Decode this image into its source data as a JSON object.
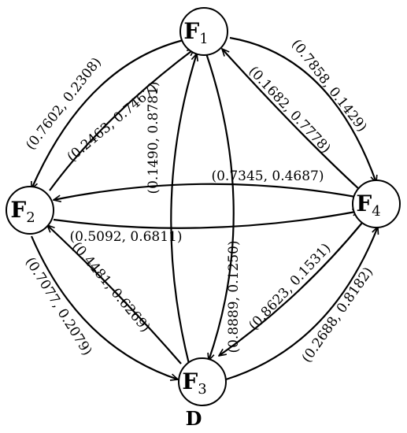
{
  "caption": "D",
  "nodes": [
    {
      "id": "F1",
      "letter": "F",
      "sub": "1"
    },
    {
      "id": "F2",
      "letter": "F",
      "sub": "2"
    },
    {
      "id": "F3",
      "letter": "F",
      "sub": "3"
    },
    {
      "id": "F4",
      "letter": "F",
      "sub": "4"
    }
  ],
  "edges": [
    {
      "from": "F1",
      "to": "F2",
      "label": "(0.7602, 0.2308)"
    },
    {
      "from": "F2",
      "to": "F1",
      "label": "(0.2463, 0.7467)"
    },
    {
      "from": "F1",
      "to": "F4",
      "label": "(0.7858, 0.1429)"
    },
    {
      "from": "F4",
      "to": "F1",
      "label": "(0.1682, 0.7778)"
    },
    {
      "from": "F4",
      "to": "F2",
      "label": "(0.7345, 0.4687)"
    },
    {
      "from": "F2",
      "to": "F4",
      "label": "(0.5092, 0.6811)"
    },
    {
      "from": "F3",
      "to": "F1",
      "label": "(0.1490, 0.8781)"
    },
    {
      "from": "F1",
      "to": "F3",
      "label": "(0.8889, 0.1250)"
    },
    {
      "from": "F2",
      "to": "F3",
      "label": "(0.7077, 0.2079)"
    },
    {
      "from": "F3",
      "to": "F2",
      "label": "(0.4481, 0.6269)"
    },
    {
      "from": "F4",
      "to": "F3",
      "label": "(0.8623, 0.1531)"
    },
    {
      "from": "F3",
      "to": "F4",
      "label": "(0.2688, 0.8182)"
    }
  ]
}
